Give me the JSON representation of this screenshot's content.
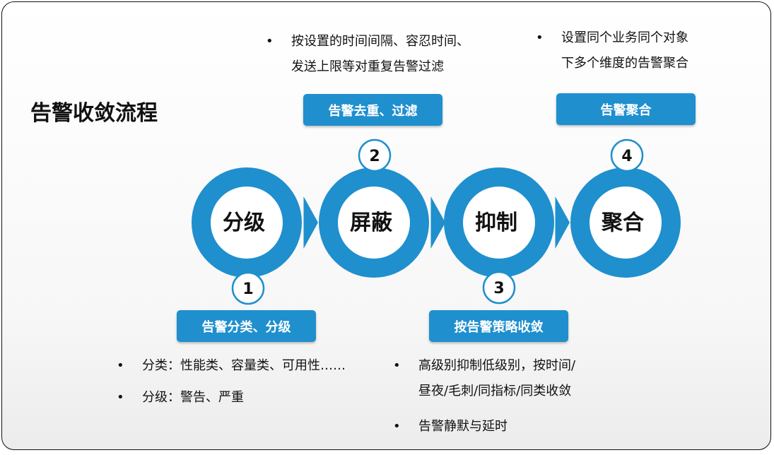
{
  "title": "告警收敛流程",
  "bullet_char": "•",
  "colors": {
    "accent": "#1f8fce",
    "text": "#111111"
  },
  "steps": [
    {
      "name": "分级",
      "number": "1",
      "tag": "告警分类、分级",
      "bullets": [
        "分类：性能类、容量类、可用性……",
        "分级：警告、严重"
      ]
    },
    {
      "name": "屏蔽",
      "number": "2",
      "tag": "告警去重、过滤",
      "bullets": [
        "按设置的时间间隔、容忍时间、",
        "发送上限等对重复告警过滤"
      ]
    },
    {
      "name": "抑制",
      "number": "3",
      "tag": "按告警策略收敛",
      "bullets": [
        "高级别抑制低级别，按时间/",
        "昼夜/毛刺/同指标/同类收敛",
        "告警静默与延时"
      ]
    },
    {
      "name": "聚合",
      "number": "4",
      "tag": "告警聚合",
      "bullets": [
        "设置同个业务同个对象",
        "下多个维度的告警聚合"
      ]
    }
  ]
}
